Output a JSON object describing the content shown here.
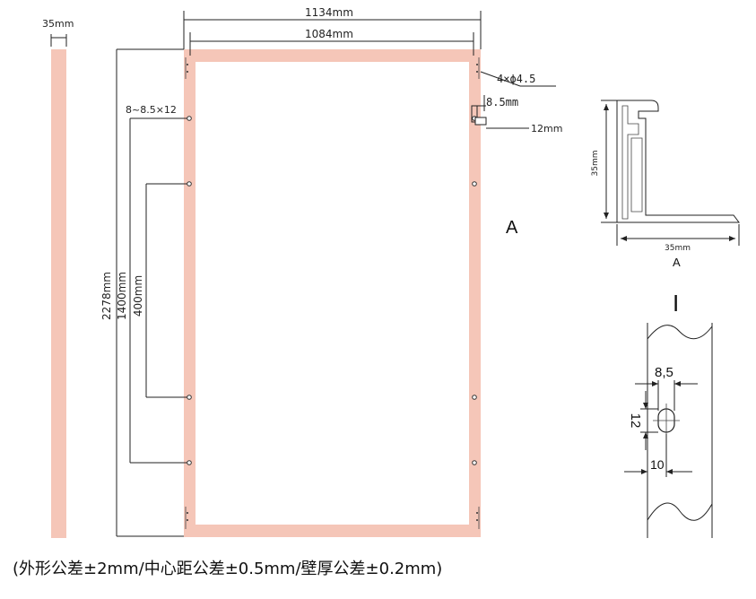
{
  "profile_bar": {
    "width_label": "35mm"
  },
  "frame": {
    "outer_width_label": "1134mm",
    "inner_width_label": "1084mm",
    "height_label": "2278mm",
    "hole_spacing_outer_label": "1400mm",
    "hole_spacing_inner_label": "400mm",
    "slot_label": "8~8.5×12",
    "corner_holes_label": "4×ϕ4.5",
    "slot_width_label": "8.5mm",
    "slot_length_label": "12mm",
    "section_marker": "A"
  },
  "section_a": {
    "height_label": "35mm",
    "width_label": "35mm",
    "caption": "A"
  },
  "detail_i": {
    "caption": "I",
    "width_value": "8,5",
    "length_value": "12",
    "edge_value": "10"
  },
  "tolerance_note": "(外形公差±2mm/中心距公差±0.5mm/壁厚公差±0.2mm)",
  "colors": {
    "frame_fill": "#f5c6b8",
    "line": "#222222"
  }
}
